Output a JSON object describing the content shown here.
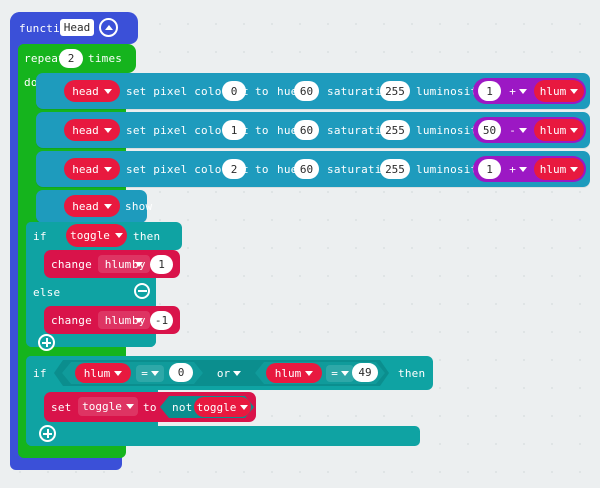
{
  "workspace": {
    "background_color": "#eceff0",
    "grid": "dot-grid"
  },
  "function_block": {
    "keyword": "function",
    "name": "Head",
    "color": "#3b50d8",
    "collapse_icon": "chevron-up-icon"
  },
  "repeat_block": {
    "keyword": "repeat",
    "count": "2",
    "times_label": "times",
    "do_label": "do",
    "color": "#15b41d"
  },
  "pixel_rows": [
    {
      "target": "head",
      "action": "set pixel color at",
      "index": "0",
      "to_label": "to",
      "hue_label": "hue",
      "hue": "60",
      "saturation_label": "saturation",
      "saturation": "255",
      "luminosity_label": "luminosity",
      "operand_a": "1",
      "operator": "+",
      "operand_b": "hlum"
    },
    {
      "target": "head",
      "action": "set pixel color at",
      "index": "1",
      "to_label": "to",
      "hue_label": "hue",
      "hue": "60",
      "saturation_label": "saturation",
      "saturation": "255",
      "luminosity_label": "luminosity",
      "operand_a": "50",
      "operator": "-",
      "operand_b": "hlum"
    },
    {
      "target": "head",
      "action": "set pixel color at",
      "index": "2",
      "to_label": "to",
      "hue_label": "hue",
      "hue": "60",
      "saturation_label": "saturation",
      "saturation": "255",
      "luminosity_label": "luminosity",
      "operand_a": "1",
      "operator": "+",
      "operand_b": "hlum"
    }
  ],
  "show_block": {
    "target": "head",
    "action": "show"
  },
  "if_toggle_block": {
    "if_label": "if",
    "condition": "toggle",
    "then_label": "then",
    "else_label": "else",
    "remove_icon": "minus-circle-icon",
    "add_icon": "plus-circle-icon",
    "then_body": {
      "keyword": "change",
      "variable": "hlum",
      "by_label": "by",
      "value": "1"
    },
    "else_body": {
      "keyword": "change",
      "variable": "hlum",
      "by_label": "by",
      "value": "-1"
    }
  },
  "if_compare_block": {
    "if_label": "if",
    "then_label": "then",
    "or_label": "or",
    "add_icon": "plus-circle-icon",
    "left": {
      "variable": "hlum",
      "operator": "=",
      "value": "0"
    },
    "right": {
      "variable": "hlum",
      "operator": "=",
      "value": "49"
    },
    "body": {
      "keyword": "set",
      "variable": "toggle",
      "to_label": "to",
      "not_label": "not",
      "operand": "toggle"
    }
  },
  "palette": {
    "function": "#3b50d8",
    "loop": "#15b41d",
    "pixel": "#1e9bbd",
    "logic": "#0fa3a3",
    "variable": "#d9134a",
    "math": "#9c18c4",
    "reporter_red": "#e8193f"
  }
}
